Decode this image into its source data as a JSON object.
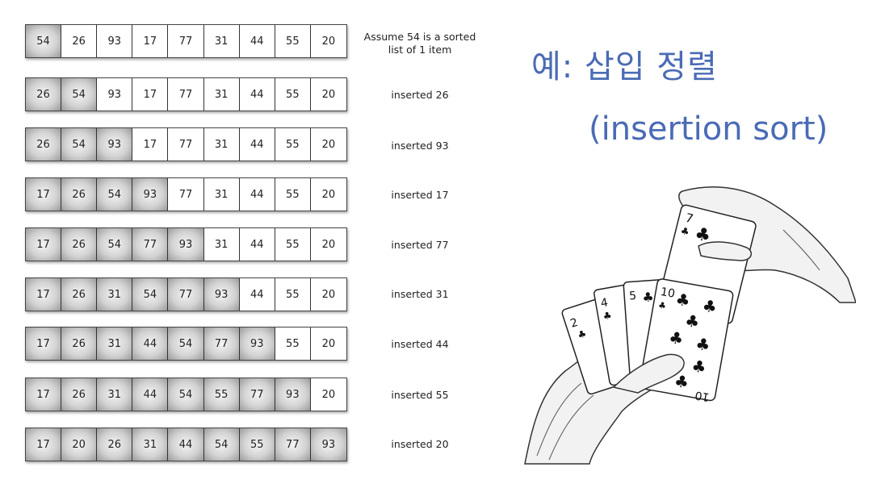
{
  "title": {
    "korean": "예: 삽입 정렬",
    "english": "(insertion sort)"
  },
  "passes": [
    {
      "values": [
        "54",
        "26",
        "93",
        "17",
        "77",
        "31",
        "44",
        "55",
        "20"
      ],
      "sorted_count": 1,
      "caption": "Assume 54 is a sorted list of 1 item"
    },
    {
      "values": [
        "26",
        "54",
        "93",
        "17",
        "77",
        "31",
        "44",
        "55",
        "20"
      ],
      "sorted_count": 2,
      "caption": "inserted 26"
    },
    {
      "values": [
        "26",
        "54",
        "93",
        "17",
        "77",
        "31",
        "44",
        "55",
        "20"
      ],
      "sorted_count": 3,
      "caption": "inserted 93"
    },
    {
      "values": [
        "17",
        "26",
        "54",
        "93",
        "77",
        "31",
        "44",
        "55",
        "20"
      ],
      "sorted_count": 4,
      "caption": "inserted 17"
    },
    {
      "values": [
        "17",
        "26",
        "54",
        "77",
        "93",
        "31",
        "44",
        "55",
        "20"
      ],
      "sorted_count": 5,
      "caption": "inserted 77"
    },
    {
      "values": [
        "17",
        "26",
        "31",
        "54",
        "77",
        "93",
        "44",
        "55",
        "20"
      ],
      "sorted_count": 6,
      "caption": "inserted 31"
    },
    {
      "values": [
        "17",
        "26",
        "31",
        "44",
        "54",
        "77",
        "93",
        "55",
        "20"
      ],
      "sorted_count": 7,
      "caption": "inserted 44"
    },
    {
      "values": [
        "17",
        "26",
        "31",
        "44",
        "54",
        "55",
        "77",
        "93",
        "20"
      ],
      "sorted_count": 8,
      "caption": "inserted 55"
    },
    {
      "values": [
        "17",
        "20",
        "26",
        "31",
        "44",
        "54",
        "55",
        "77",
        "93"
      ],
      "sorted_count": 9,
      "caption": "inserted 20"
    }
  ],
  "cards": {
    "card_2": "2",
    "card_4": "4",
    "card_5": "5",
    "card_7": "7",
    "card_10": "10",
    "card_10_flipped": "10"
  },
  "colors": {
    "title": "#4a6bb5",
    "sorted_cell": "#b0b0b0",
    "unsorted_cell": "#ffffff"
  }
}
